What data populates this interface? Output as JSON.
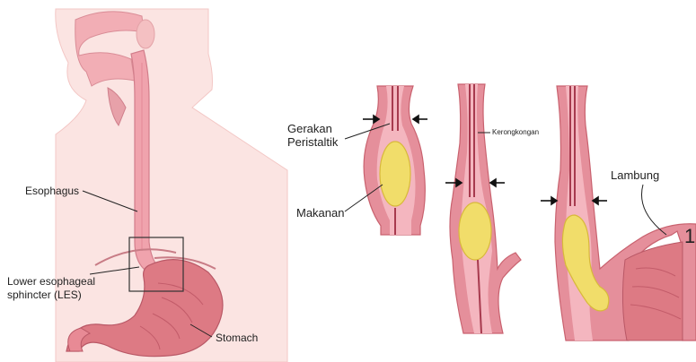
{
  "left_panel": {
    "labels": {
      "esophagus": "Esophagus",
      "les_line1": "Lower esophageal",
      "les_line2": "sphincter (LES)",
      "stomach": "Stomach"
    }
  },
  "right_panel": {
    "labels": {
      "gerakan": "Gerakan",
      "peristaltik": "Peristaltik",
      "kerongkongan": "Kerongkongan",
      "makanan": "Makanan",
      "lambung": "Lambung"
    }
  },
  "page_number": "1",
  "colors": {
    "body_bg": "#fbe4e2",
    "tissue": "#e58f9b",
    "tissue_dark": "#c9626f",
    "lumen": "#a73a4e",
    "food": "#f1dd6a",
    "stomach": "#dd7a84",
    "line": "#222222"
  }
}
